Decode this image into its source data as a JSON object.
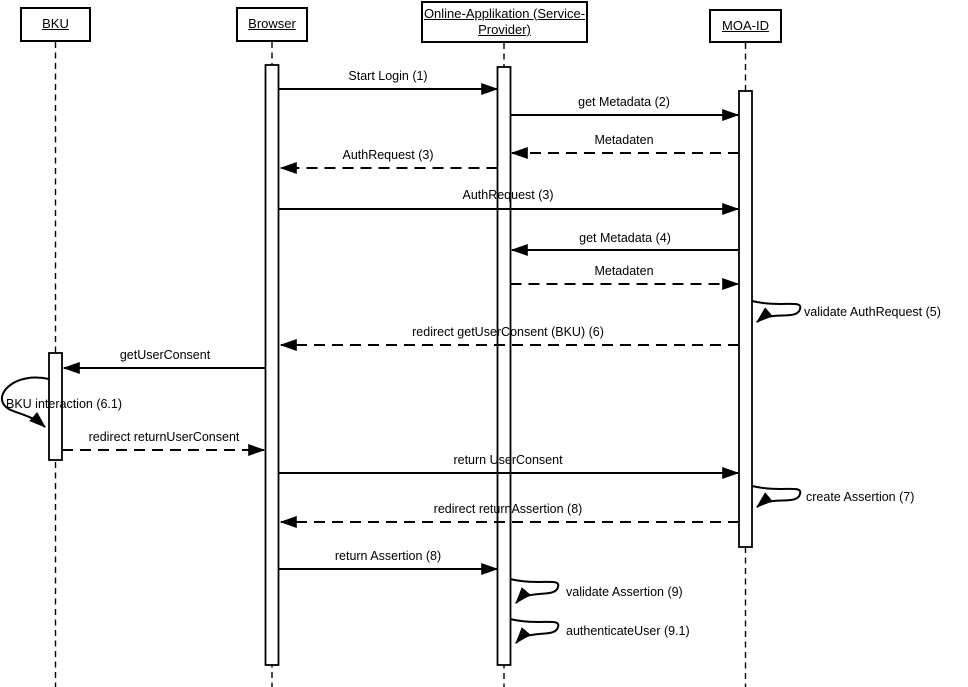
{
  "diagram": {
    "type": "uml-sequence-diagram",
    "colors": {
      "line": "#000000",
      "background": "#ffffff",
      "text": "#000000"
    },
    "actors": [
      {
        "id": "bku",
        "label": "BKU"
      },
      {
        "id": "browser",
        "label": "Browser"
      },
      {
        "id": "online-app",
        "label": "Online-Applikation (Service-Provider)",
        "label_line1": "Online-Applikation (Service-",
        "label_line2": "Provider)"
      },
      {
        "id": "moa-id",
        "label": "MOA-ID"
      }
    ],
    "messages": [
      {
        "label": "Start Login (1)",
        "from": "Browser",
        "to": "Online-Applikation (Service-Provider)",
        "type": "solid-arrow"
      },
      {
        "label": "get Metadata (2)",
        "from": "Online-Applikation (Service-Provider)",
        "to": "MOA-ID",
        "type": "solid-arrow"
      },
      {
        "label": "Metadaten",
        "from": "MOA-ID",
        "to": "Online-Applikation (Service-Provider)",
        "type": "dashed-arrow"
      },
      {
        "label": "AuthRequest (3)",
        "from": "Online-Applikation (Service-Provider)",
        "to": "Browser",
        "type": "dashed-arrow"
      },
      {
        "label": "AuthRequest (3)",
        "from": "Browser",
        "to": "MOA-ID",
        "type": "solid-arrow"
      },
      {
        "label": "get Metadata (4)",
        "from": "MOA-ID",
        "to": "Online-Applikation (Service-Provider)",
        "type": "solid-arrow"
      },
      {
        "label": "Metadaten",
        "from": "Online-Applikation (Service-Provider)",
        "to": "MOA-ID",
        "type": "dashed-arrow"
      },
      {
        "label": "validate AuthRequest (5)",
        "from": "MOA-ID",
        "to": "MOA-ID",
        "type": "self-loop"
      },
      {
        "label": "redirect getUserConsent (BKU) (6)",
        "from": "MOA-ID",
        "to": "Browser",
        "type": "dashed-arrow"
      },
      {
        "label": "getUserConsent",
        "from": "Browser",
        "to": "BKU",
        "type": "solid-arrow"
      },
      {
        "label": "BKU interaction (6.1)",
        "from": "BKU",
        "to": "BKU",
        "type": "self-loop"
      },
      {
        "label": "redirect returnUserConsent",
        "from": "BKU",
        "to": "Browser",
        "type": "dashed-arrow"
      },
      {
        "label": "return UserConsent",
        "from": "Browser",
        "to": "MOA-ID",
        "type": "solid-arrow"
      },
      {
        "label": "create Assertion (7)",
        "from": "MOA-ID",
        "to": "MOA-ID",
        "type": "self-loop"
      },
      {
        "label": "redirect returnAssertion (8)",
        "from": "MOA-ID",
        "to": "Browser",
        "type": "dashed-arrow"
      },
      {
        "label": "return Assertion (8)",
        "from": "Browser",
        "to": "Online-Applikation (Service-Provider)",
        "type": "solid-arrow"
      },
      {
        "label": "validate Assertion (9)",
        "from": "Online-Applikation (Service-Provider)",
        "to": "Online-Applikation (Service-Provider)",
        "type": "self-loop"
      },
      {
        "label": "authenticateUser (9.1)",
        "from": "Online-Applikation (Service-Provider)",
        "to": "Online-Applikation (Service-Provider)",
        "type": "self-loop"
      }
    ]
  }
}
